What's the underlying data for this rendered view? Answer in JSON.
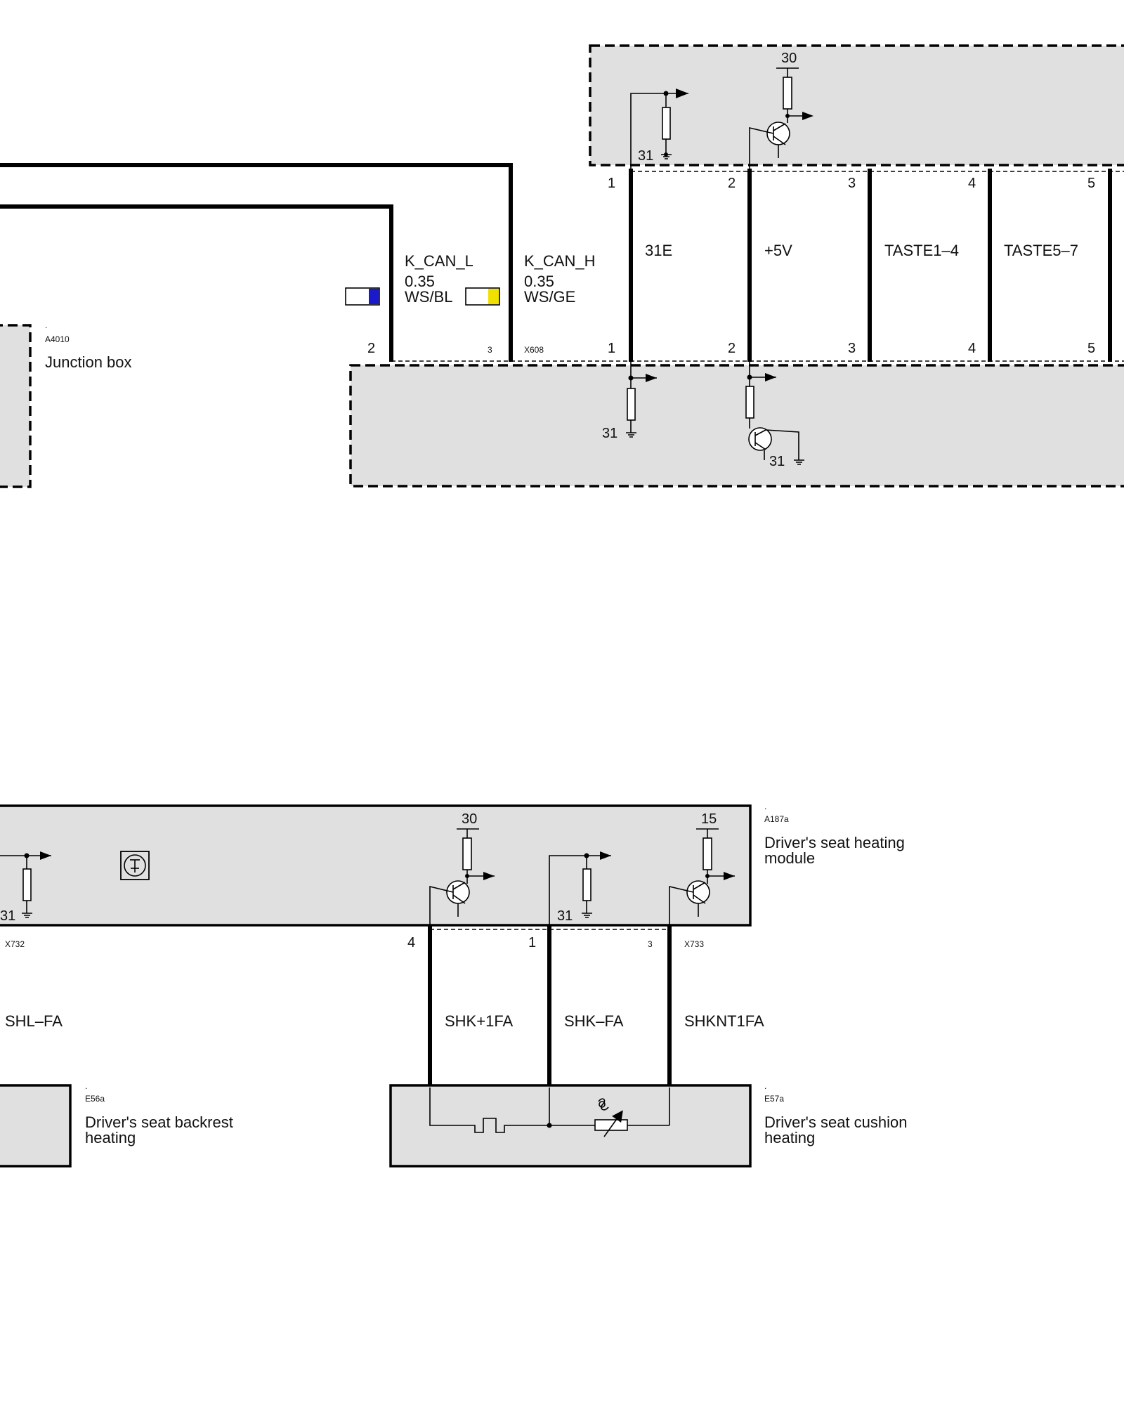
{
  "components": {
    "a4010": {
      "code": "A4010",
      "name": "Junction box",
      "connector": "X608",
      "pins": [
        "2",
        "3",
        "1",
        "2",
        "3",
        "4",
        "5"
      ],
      "ground": [
        "31",
        "31"
      ]
    },
    "top_module": {
      "supply": "30",
      "ground": "31",
      "pins": [
        "1",
        "2",
        "3",
        "4",
        "5"
      ]
    },
    "a187a": {
      "code": "A187a",
      "name_line1": "Driver's seat heating",
      "name_line2": "module",
      "supply_30": "30",
      "supply_15": "15",
      "ground": [
        "31",
        "31"
      ],
      "connector_left": "X732",
      "connector_right": "X733",
      "pins": [
        "4",
        "1",
        "3"
      ]
    },
    "e56a": {
      "code": "E56a",
      "name_line1": "Driver's seat backrest",
      "name_line2": "heating"
    },
    "e57a": {
      "code": "E57a",
      "name_line1": "Driver's seat cushion",
      "name_line2": "heating"
    }
  },
  "wires": {
    "k_can_l": {
      "signal": "K_CAN_L",
      "size": "0.35",
      "color_code": "WS/BL",
      "stripe": "#1a1acc"
    },
    "k_can_h": {
      "signal": "K_CAN_H",
      "size": "0.35",
      "color_code": "WS/GE",
      "stripe": "#f0e000"
    },
    "w31e": {
      "signal": "31E"
    },
    "w5v": {
      "signal": "+5V"
    },
    "taste14": {
      "signal": "TASTE1–4"
    },
    "taste57": {
      "signal": "TASTE5–7"
    },
    "shl_fa": {
      "signal": "SHL–FA"
    },
    "shk1fa": {
      "signal": "SHK+1FA"
    },
    "shk_fa": {
      "signal": "SHK–FA"
    },
    "shknt1fa": {
      "signal": "SHKNT1FA"
    }
  },
  "icons": [
    "ground-symbol",
    "resistor",
    "transistor",
    "thermistor",
    "heating-element",
    "wire-color-indicator"
  ]
}
